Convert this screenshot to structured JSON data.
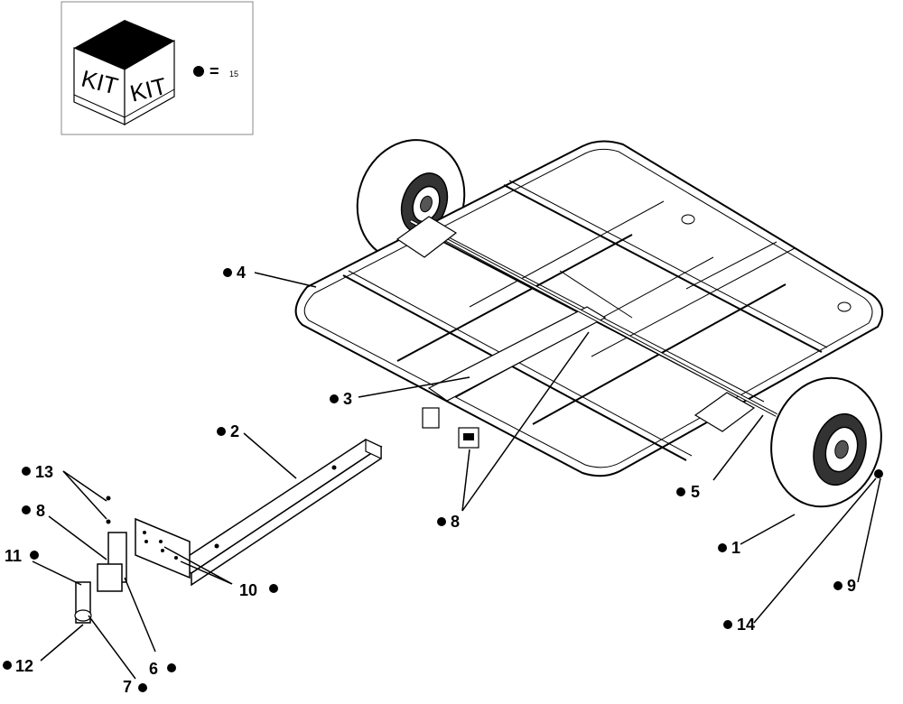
{
  "kit_legend": {
    "box_left_text": "KIT",
    "box_right_text": "KIT",
    "equals": "=",
    "part_number": "15"
  },
  "callouts": [
    {
      "id": "c1",
      "text": "1"
    },
    {
      "id": "c2",
      "text": "2"
    },
    {
      "id": "c3",
      "text": "3"
    },
    {
      "id": "c4",
      "text": "4"
    },
    {
      "id": "c5",
      "text": "5"
    },
    {
      "id": "c6",
      "text": "6"
    },
    {
      "id": "c7",
      "text": "7"
    },
    {
      "id": "c8a",
      "text": "8"
    },
    {
      "id": "c8b",
      "text": "8"
    },
    {
      "id": "c9",
      "text": "9"
    },
    {
      "id": "c10",
      "text": "10"
    },
    {
      "id": "c11",
      "text": "11"
    },
    {
      "id": "c12",
      "text": "12"
    },
    {
      "id": "c13",
      "text": "13"
    },
    {
      "id": "c14",
      "text": "14"
    }
  ]
}
